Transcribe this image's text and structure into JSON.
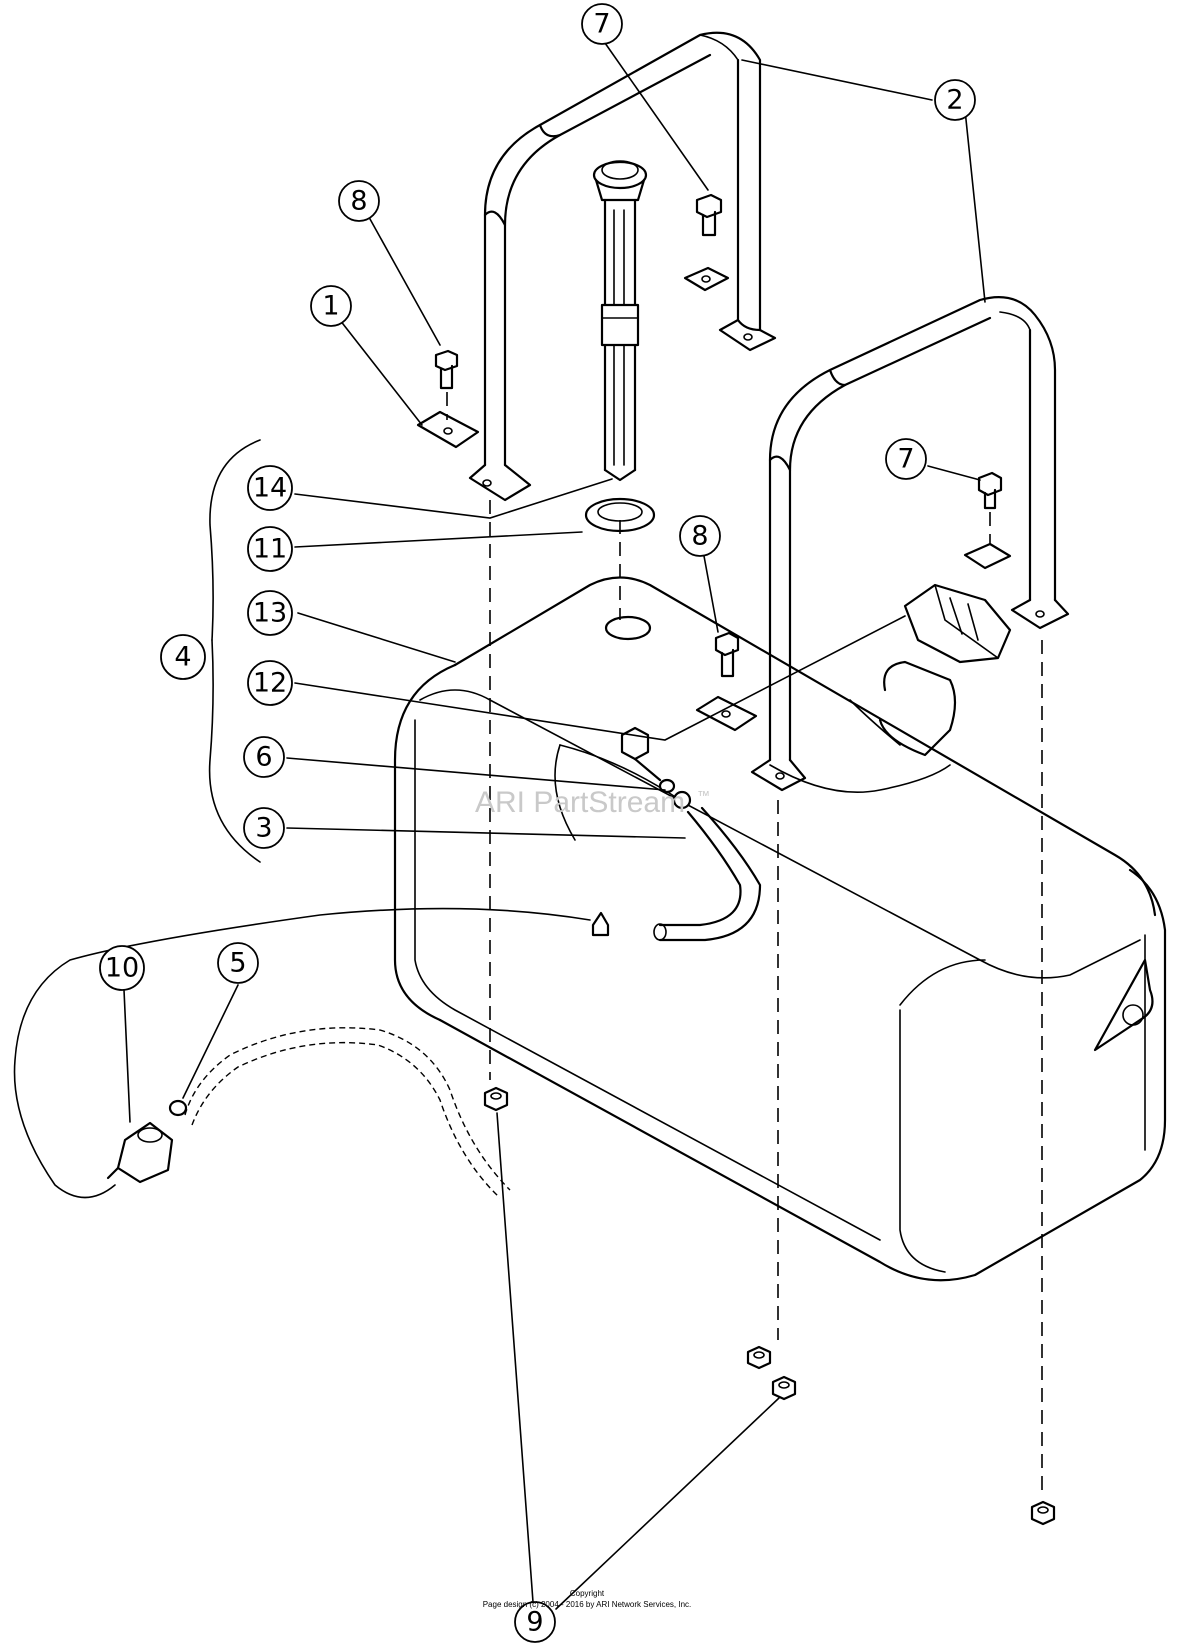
{
  "watermark": {
    "text": "ARI PartStream",
    "trademark": "™"
  },
  "copyright": {
    "line1": "Copyright",
    "line2": "Page design (c) 2004 - 2016 by ARI Network Services, Inc."
  },
  "callouts": [
    {
      "id": "c7a",
      "label": "7"
    },
    {
      "id": "c2a",
      "label": "2"
    },
    {
      "id": "c8a",
      "label": "8"
    },
    {
      "id": "c1",
      "label": "1"
    },
    {
      "id": "c7b",
      "label": "7"
    },
    {
      "id": "c14",
      "label": "14"
    },
    {
      "id": "c11",
      "label": "11"
    },
    {
      "id": "c8b",
      "label": "8"
    },
    {
      "id": "c13",
      "label": "13"
    },
    {
      "id": "c4",
      "label": "4"
    },
    {
      "id": "c12",
      "label": "12"
    },
    {
      "id": "c6",
      "label": "6"
    },
    {
      "id": "c3",
      "label": "3"
    },
    {
      "id": "c10",
      "label": "10"
    },
    {
      "id": "c5",
      "label": "5"
    },
    {
      "id": "c9",
      "label": "9"
    }
  ]
}
